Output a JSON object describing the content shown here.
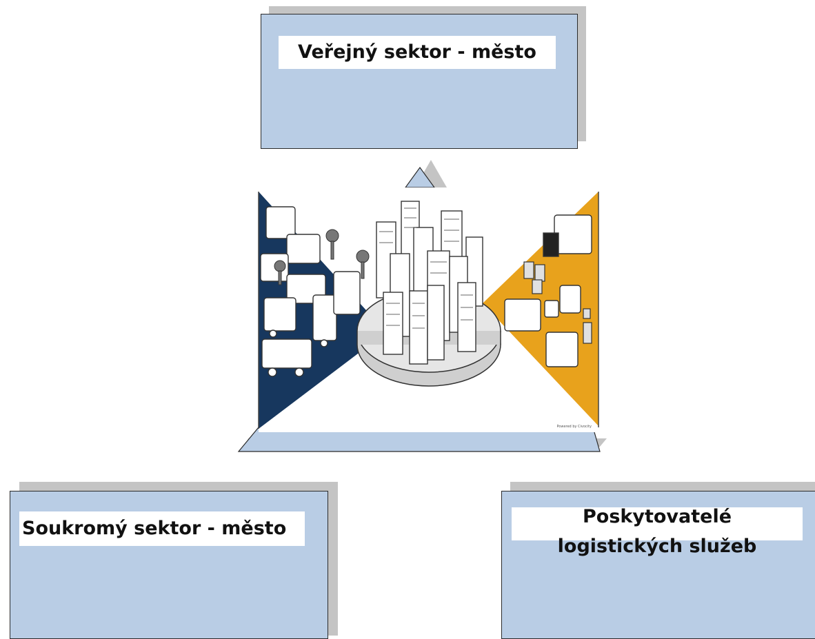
{
  "boxes": {
    "top": {
      "label": "Veřejný sektor - město"
    },
    "left": {
      "label": "Soukromý sektor - město"
    },
    "right": {
      "label_line1": "Poskytovatelé",
      "label_line2": "logistických služeb"
    }
  },
  "illustration": {
    "credit": "Powered by Civocity",
    "left_color": "#17375e",
    "right_color": "#e8a21c",
    "triangle_color": "#b9cde5"
  }
}
